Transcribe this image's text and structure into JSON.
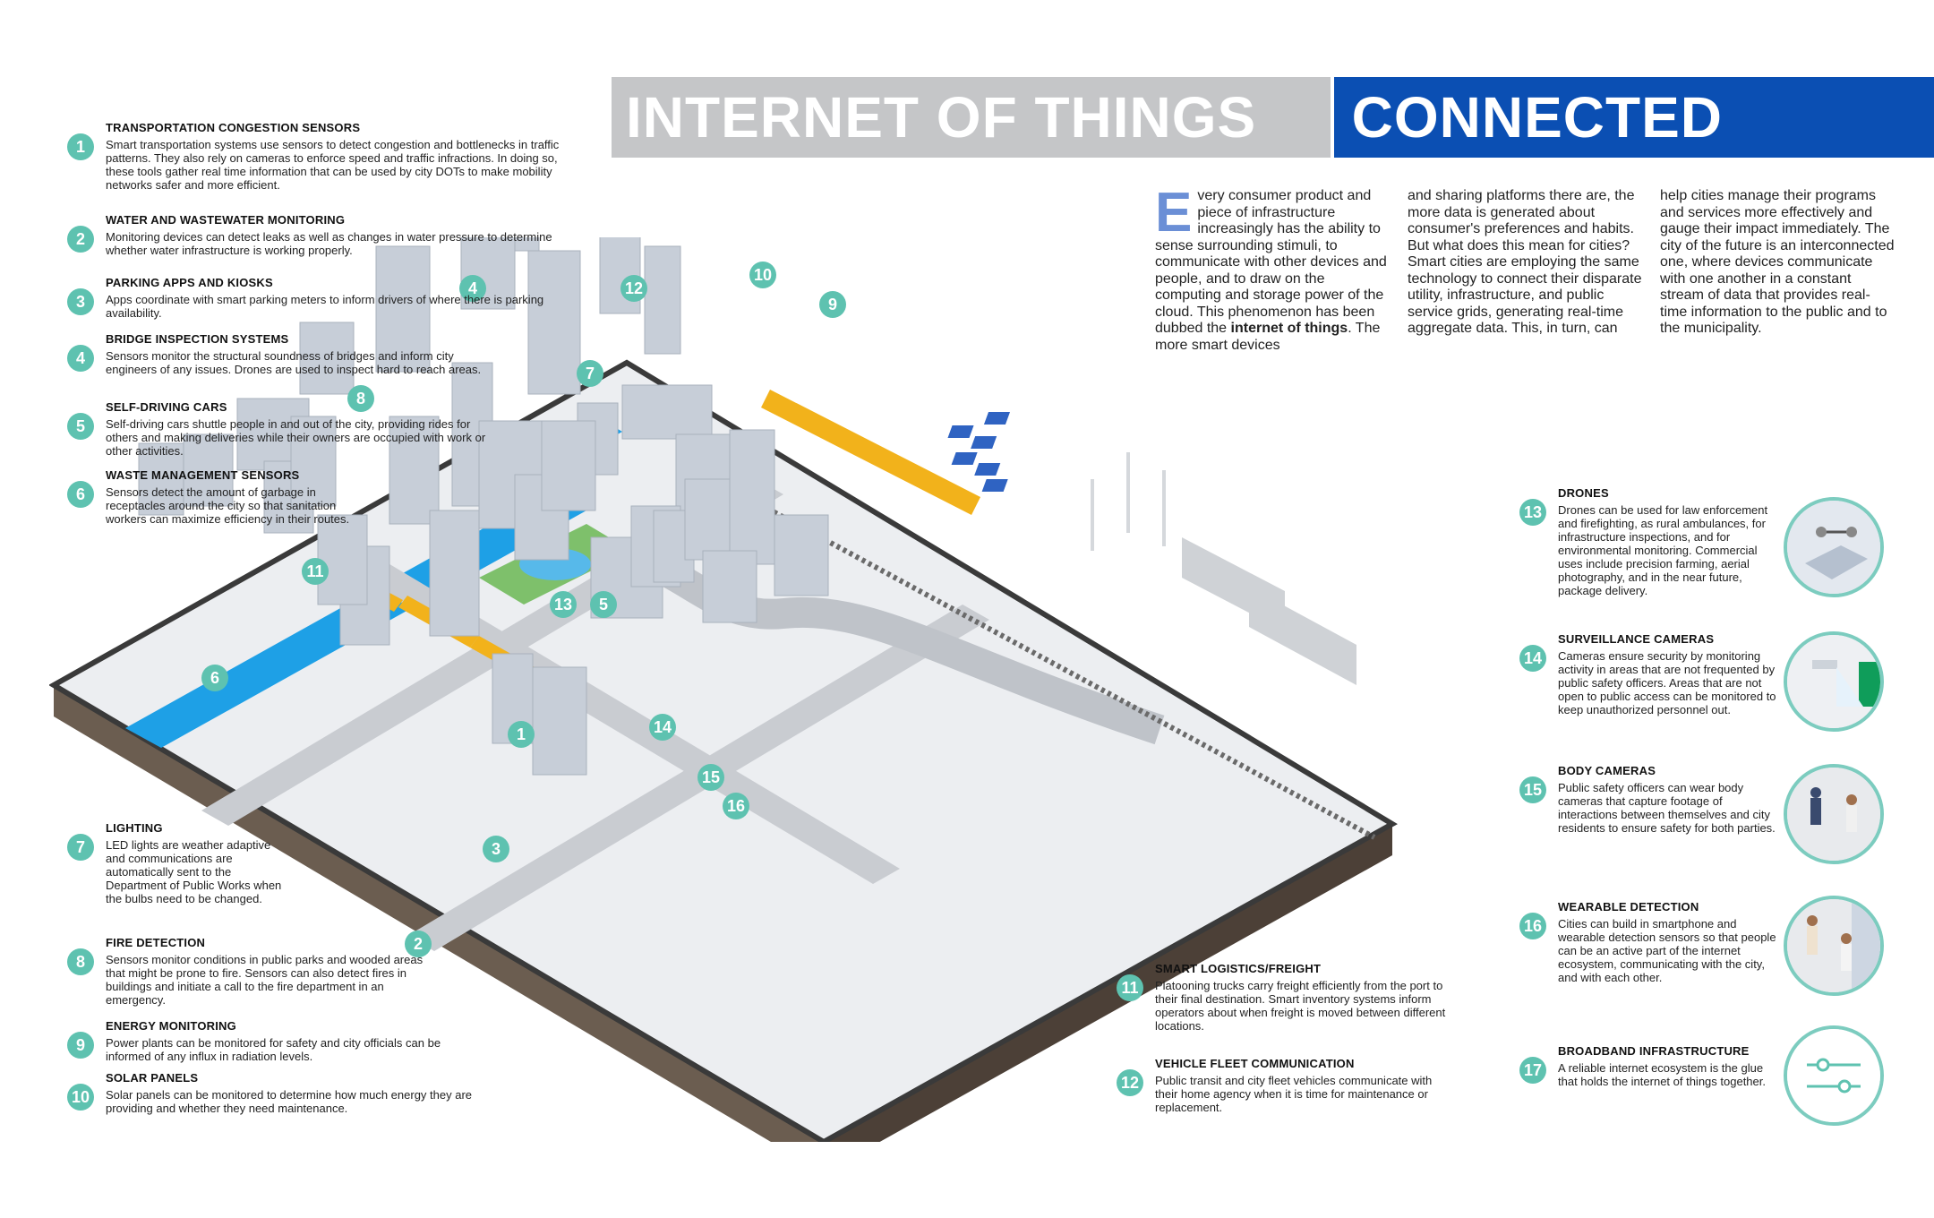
{
  "title": {
    "part1": "INTERNET OF THINGS IN",
    "part2": "CONNECTED CITIES"
  },
  "intro": {
    "dropcap": "E",
    "col1_a": "very consumer product and piece of infrastructure increasingly has the ability to sense surrounding stimuli, to communicate with other devices and people, and to draw on the computing and storage power of the cloud. This phenomenon has been dubbed the ",
    "col1_bold": "internet of things",
    "col1_b": ". The more smart devices",
    "col2": "and sharing platforms there are, the more data is generated about consumer's preferences and habits. But what does this mean for cities? Smart cities are employing the same technology to connect their disparate utility, infrastructure, and public service grids, generating real-time aggregate data. This, in turn, can",
    "col3": "help cities manage their programs and services more effectively and gauge their impact immediately. The city of the future is an interconnected one, where devices communicate with one another in a constant stream of data that provides real-time information to the public and to the municipality."
  },
  "items": [
    {
      "num": "1",
      "title": "TRANSPORTATION CONGESTION SENSORS",
      "text": "Smart transportation systems use sensors to detect congestion and bottlenecks in traffic patterns. They also rely on cameras to enforce speed and traffic infractions.  In doing so, these tools gather real time information that can be used by city DOTs to make mobility networks safer and more efficient."
    },
    {
      "num": "2",
      "title": "WATER AND WASTEWATER MONITORING",
      "text": "Monitoring devices can detect leaks as well as changes in water pressure to determine whether water infrastructure is working properly."
    },
    {
      "num": "3",
      "title": "PARKING APPS AND KIOSKS",
      "text": "Apps coordinate with smart parking meters to inform drivers of where there is parking availability."
    },
    {
      "num": "4",
      "title": "BRIDGE INSPECTION SYSTEMS",
      "text": "Sensors monitor the structural soundness of bridges and inform city engineers of any issues. Drones are used to inspect hard to reach areas."
    },
    {
      "num": "5",
      "title": "SELF-DRIVING CARS",
      "text": "Self-driving cars shuttle people in and out of the city, providing rides for others and making deliveries while their owners are occupied with work or other activities."
    },
    {
      "num": "6",
      "title": "WASTE MANAGEMENT SENSORS",
      "text": "Sensors detect the amount of garbage in receptacles around the city so that sanitation workers can maximize efficiency in their routes."
    },
    {
      "num": "7",
      "title": "LIGHTING",
      "text": "LED lights are weather adaptive and communications are automatically sent to the Department of Public Works when the bulbs need to be changed."
    },
    {
      "num": "8",
      "title": "FIRE DETECTION",
      "text": "Sensors monitor conditions in public parks and wooded areas that might be prone to fire. Sensors can also detect fires in buildings and initiate a call to the fire department in an emergency."
    },
    {
      "num": "9",
      "title": "ENERGY MONITORING",
      "text": "Power plants can be monitored for safety and city officials can be informed of any influx in radiation levels."
    },
    {
      "num": "10",
      "title": "SOLAR PANELS",
      "text": "Solar panels can be monitored to determine how much energy they are providing and whether they need maintenance."
    },
    {
      "num": "11",
      "title": "SMART LOGISTICS/FREIGHT",
      "text": "Platooning trucks carry freight efficiently from the port to their final destination. Smart inventory systems inform operators about when freight is moved between different locations."
    },
    {
      "num": "12",
      "title": "VEHICLE FLEET COMMUNICATION",
      "text": "Public transit and city fleet vehicles communicate with their home agency when it is time for maintenance or replacement."
    },
    {
      "num": "13",
      "title": "DRONES",
      "text": "Drones can be used for law enforcement and firefighting, as rural ambulances, for infrastructure inspections, and for environmental monitoring. Commercial uses include precision farming, aerial photography, and in the near future, package delivery."
    },
    {
      "num": "14",
      "title": "SURVEILLANCE CAMERAS",
      "text": "Cameras ensure security by monitoring activity in areas that are not frequented by public safety officers. Areas that are not open to public access can be monitored to keep unauthorized personnel out."
    },
    {
      "num": "15",
      "title": "BODY CAMERAS",
      "text": "Public safety officers can wear body cameras that capture footage of interactions between themselves and city residents to ensure safety for both parties."
    },
    {
      "num": "16",
      "title": "WEARABLE DETECTION",
      "text": "Cities can build in smartphone and wearable detection sensors so that people can be an active part of the internet ecosystem, communicating with the city, and with each other."
    },
    {
      "num": "17",
      "title": "BROADBAND INFRASTRUCTURE",
      "text": "A reliable internet ecosystem is the glue that holds the internet of things together."
    }
  ],
  "map_pins": [
    "4",
    "12",
    "10",
    "9",
    "7",
    "8",
    "11",
    "13",
    "5",
    "6",
    "1",
    "14",
    "15",
    "16",
    "3",
    "2"
  ],
  "colors": {
    "teal": "#5ec2b0",
    "title_blue": "#0b4fb3",
    "title_gray": "#c5c6c8",
    "water": "#1ea0e6",
    "rail": "#f2b21b"
  }
}
